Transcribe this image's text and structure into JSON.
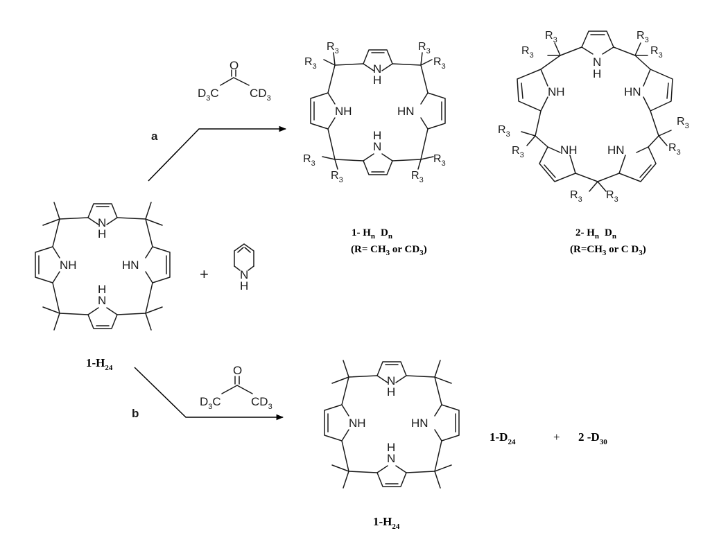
{
  "atoms": {
    "nh": "NH",
    "hn": "HN",
    "n": "N",
    "h": "H",
    "r": "R",
    "r_sub": "3",
    "o": "O"
  },
  "acetone_d6": {
    "left": "D",
    "left_sub": "3",
    "left_end": "C",
    "right": "CD",
    "right_sub": "3"
  },
  "steps": {
    "a": "a",
    "b": "b"
  },
  "plus": "+",
  "compounds": {
    "start": {
      "main": "1-H",
      "sub": "24"
    },
    "product_b_ring": {
      "main": "1-H",
      "sub": "24"
    },
    "product1": {
      "main": "1- H",
      "sub1": "n",
      "d": "D",
      "sub2": "n",
      "note_a": "(R= CH",
      "note_sub1": "3",
      "note_b": " or CD",
      "note_sub2": "3",
      "note_c": ")"
    },
    "product2": {
      "main": "2- H",
      "sub1": "n",
      "d": "D",
      "sub2": "n",
      "note_a": "(R=CH",
      "note_sub1": "3",
      "note_b": " or C D",
      "note_sub2": "3",
      "note_c": ")"
    },
    "deut1": {
      "main": "1-D",
      "sub": "24"
    },
    "deut2": {
      "main": "2 -D",
      "sub": "30"
    }
  },
  "colors": {
    "ink": "#1a1a1a",
    "leader": "#808080"
  }
}
